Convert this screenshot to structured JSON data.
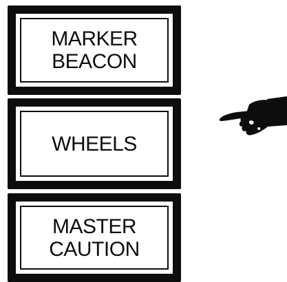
{
  "panels": [
    {
      "id": "marker-beacon",
      "label": "MARKER\nBEACON"
    },
    {
      "id": "wheels",
      "label": "WHEELS"
    },
    {
      "id": "master-caution",
      "label": "MASTER\nCAUTION"
    }
  ],
  "icons": {
    "pointer": "pointing-hand-icon"
  },
  "colors": {
    "ink": "#0d0d0d",
    "background": "#ffffff"
  }
}
